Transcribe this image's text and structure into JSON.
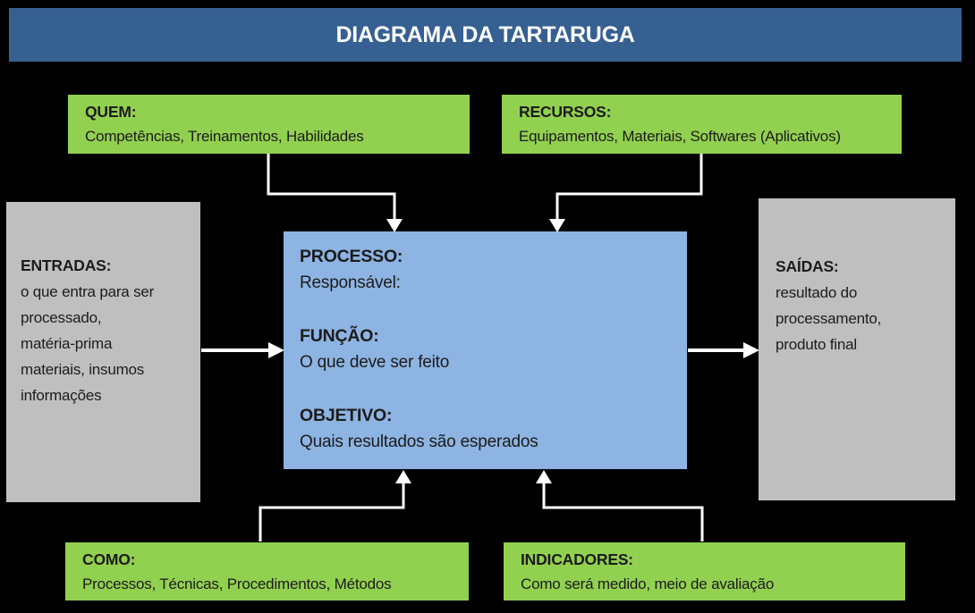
{
  "title": "DIAGRAMA DA TARTARUGA",
  "colors": {
    "background": "#000000",
    "header_bar": "#366092",
    "green_box": "#92D050",
    "gray_box": "#BFBFBF",
    "process_box": "#8DB4E2",
    "arrow": "#FFFFFF",
    "text": "#1C1C1C",
    "title_text": "#FFFFFF"
  },
  "boxes": {
    "quem": {
      "label": "QUEM:",
      "text": "Competências, Treinamentos, Habilidades"
    },
    "recursos": {
      "label": "RECURSOS:",
      "text": "Equipamentos, Materiais, Softwares (Aplicativos)"
    },
    "entradas": {
      "label": "ENTRADAS:",
      "lines": [
        "o que entra para ser",
        "processado,",
        "matéria-prima",
        "materiais, insumos",
        "informações"
      ]
    },
    "processo": {
      "sections": [
        {
          "label": "PROCESSO:",
          "text": "Responsável:"
        },
        {
          "label": "FUNÇÃO:",
          "text": "O que deve ser feito"
        },
        {
          "label": "OBJETIVO:",
          "text": "Quais resultados são esperados"
        }
      ]
    },
    "saidas": {
      "label": "SAÍDAS:",
      "lines": [
        "resultado do",
        "processamento,",
        "produto final"
      ]
    },
    "como": {
      "label": "COMO:",
      "text": "Processos, Técnicas, Procedimentos, Métodos"
    },
    "indicadores": {
      "label": "INDICADORES:",
      "text": "Como será medido, meio de avaliação"
    }
  }
}
